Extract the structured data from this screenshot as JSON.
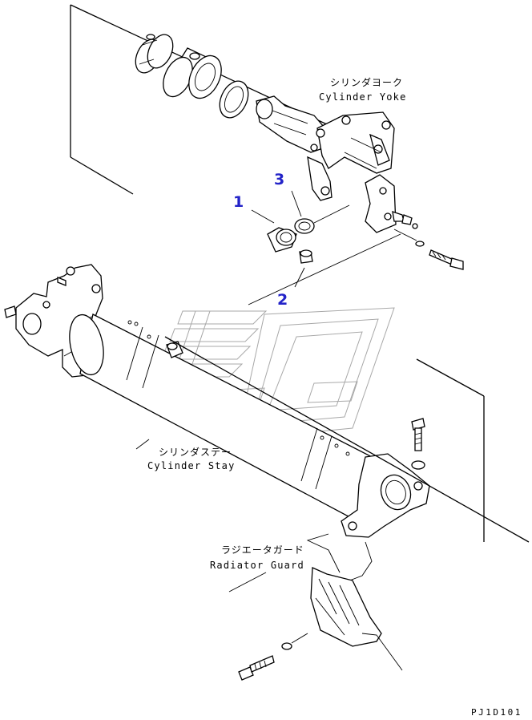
{
  "callouts": [
    {
      "id": "1",
      "label": "1"
    },
    {
      "id": "2",
      "label": "2"
    },
    {
      "id": "3",
      "label": "3"
    }
  ],
  "labels": {
    "cylinder_yoke": {
      "jp": "シリンダヨーク",
      "en": "Cylinder Yoke"
    },
    "cylinder_stay": {
      "jp": "シリンダステー",
      "en": "Cylinder Stay"
    },
    "radiator_guard": {
      "jp": "ラジエータガード",
      "en": "Radiator Guard"
    }
  },
  "drawing_code": "PJ1D101",
  "colors": {
    "line": "#000000",
    "callout": "#2323c8",
    "watermark": "#a8a8a8",
    "background": "#ffffff"
  }
}
